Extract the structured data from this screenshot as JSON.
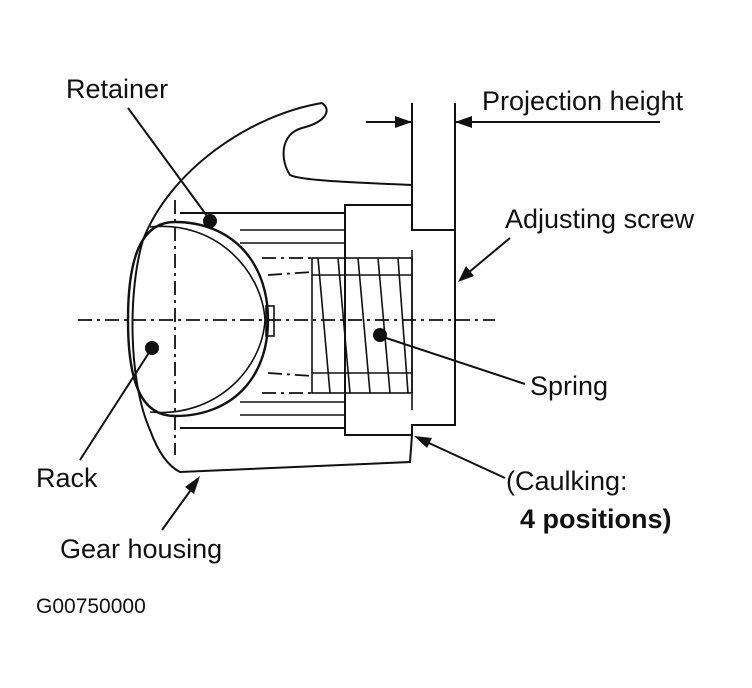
{
  "labels": {
    "retainer": "Retainer",
    "projection_height": "Projection height",
    "adjusting_screw": "Adjusting screw",
    "spring": "Spring",
    "rack": "Rack",
    "gear_housing": "Gear housing",
    "caulking_line1": "(Caulking:",
    "caulking_line2": "4 positions)"
  },
  "figure_code": "G00750000"
}
